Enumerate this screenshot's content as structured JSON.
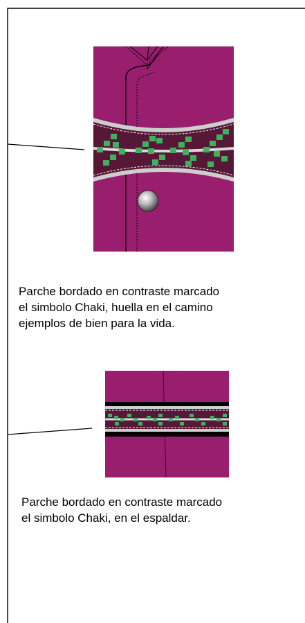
{
  "colors": {
    "garment": "#9a1e6e",
    "band": "#571838",
    "band_trim": "#cdcdcd",
    "chaki_motif": "#3fb05c",
    "button": "#9a9a9a",
    "line": "#000000",
    "border": "#000000"
  },
  "details": [
    {
      "view": "front",
      "caption": [
        "Parche bordado en contraste marcado",
        "el simbolo Chaki, huella en el camino",
        "ejemplos de bien para la vida."
      ]
    },
    {
      "view": "back",
      "caption": [
        "Parche bordado en contraste marcado",
        "el simbolo Chaki, en el espaldar."
      ]
    }
  ]
}
